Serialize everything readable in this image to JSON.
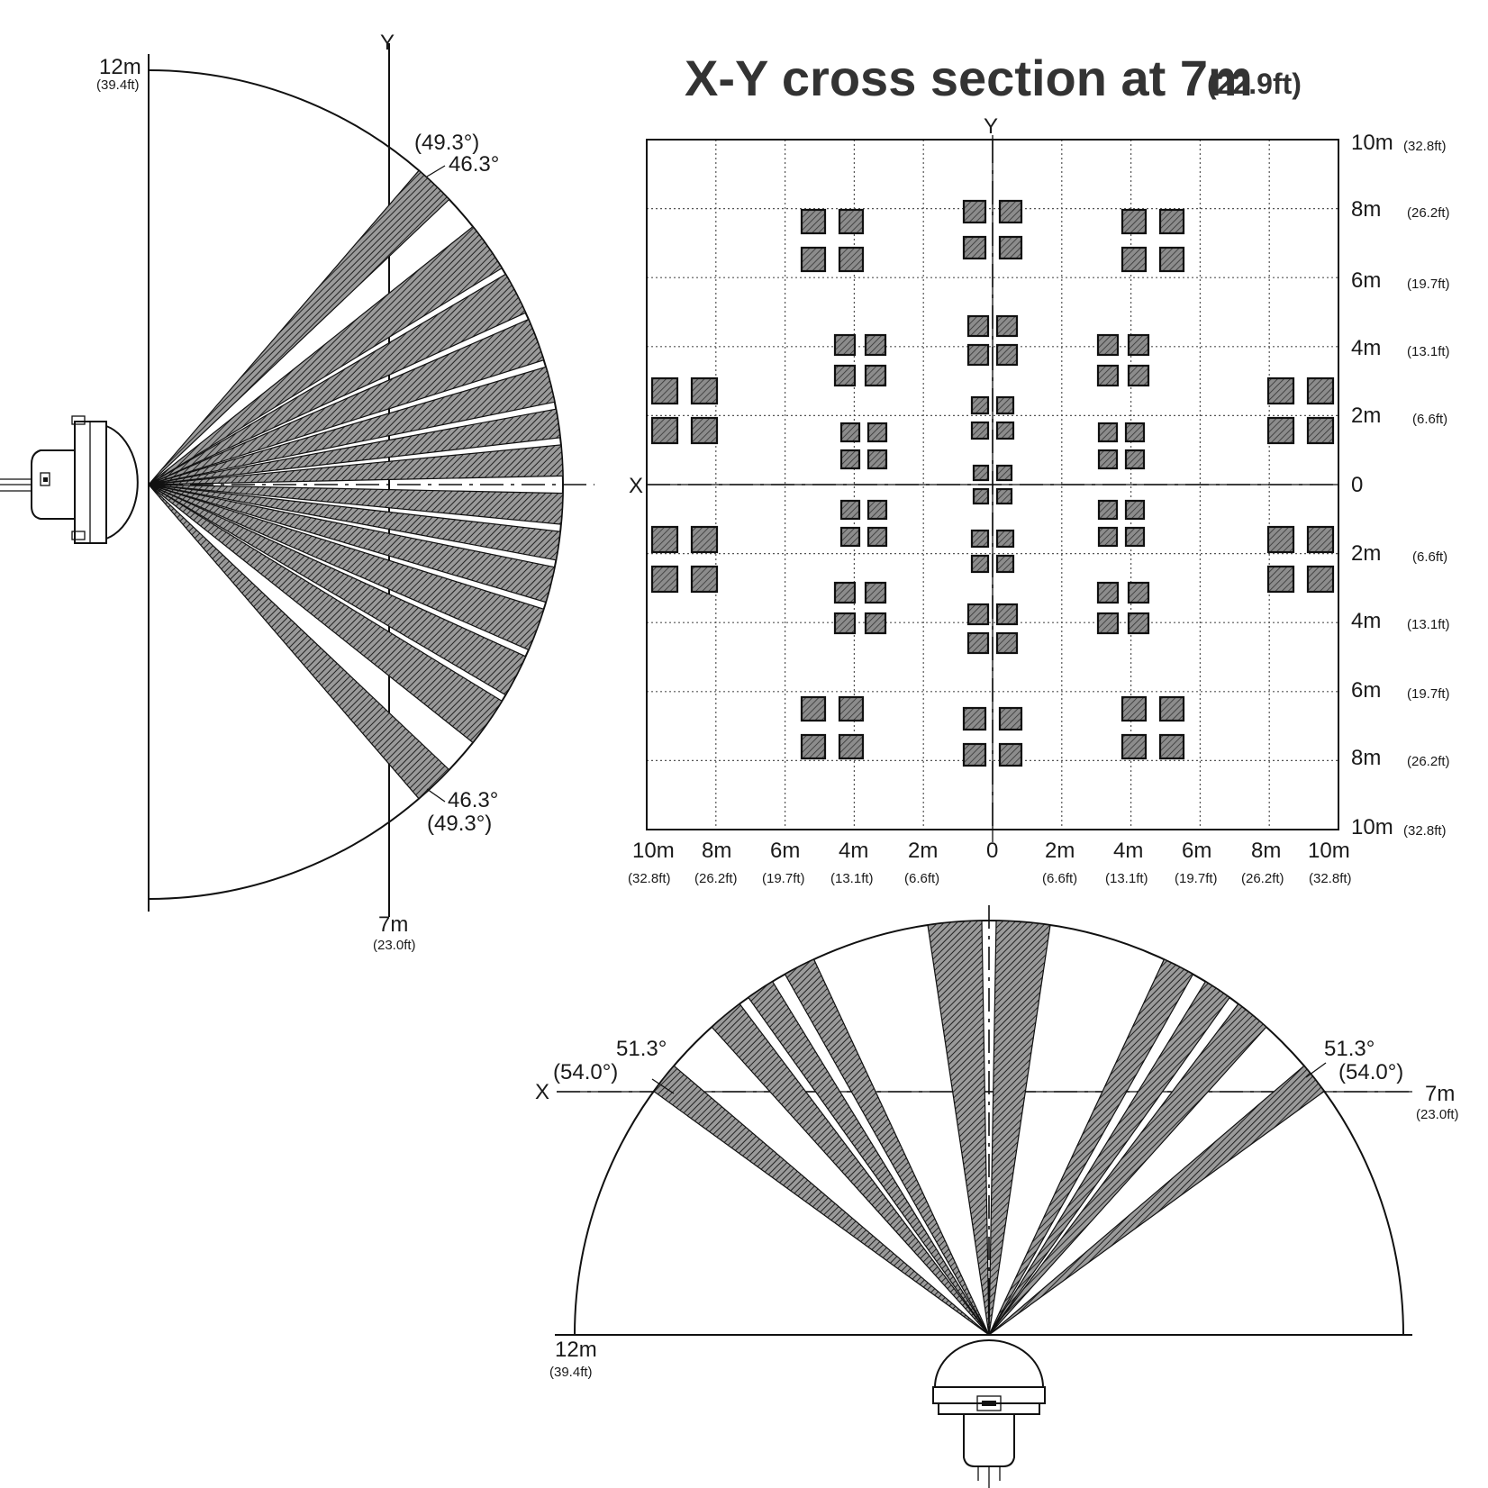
{
  "top_view": {
    "title_main": "X-Y cross section at 7m",
    "title_sub": "(22.9ft)",
    "axis_x": "X",
    "axis_y": "Y",
    "right_labels": [
      {
        "m": "10m",
        "ft": "(32.8ft)"
      },
      {
        "m": "8m",
        "ft": "(26.2ft)"
      },
      {
        "m": "6m",
        "ft": "(19.7ft)"
      },
      {
        "m": "4m",
        "ft": "(13.1ft)"
      },
      {
        "m": "2m",
        "ft": "(6.6ft)"
      },
      {
        "m": "0",
        "ft": ""
      },
      {
        "m": "2m",
        "ft": "(6.6ft)"
      },
      {
        "m": "4m",
        "ft": "(13.1ft)"
      },
      {
        "m": "6m",
        "ft": "(19.7ft)"
      },
      {
        "m": "8m",
        "ft": "(26.2ft)"
      },
      {
        "m": "10m",
        "ft": "(32.8ft)"
      }
    ],
    "bottom_labels": [
      {
        "m": "10m",
        "ft": "(32.8ft)"
      },
      {
        "m": "8m",
        "ft": "(26.2ft)"
      },
      {
        "m": "6m",
        "ft": "(19.7ft)"
      },
      {
        "m": "4m",
        "ft": "(13.1ft)"
      },
      {
        "m": "2m",
        "ft": "(6.6ft)"
      },
      {
        "m": "0",
        "ft": ""
      },
      {
        "m": "2m",
        "ft": "(6.6ft)"
      },
      {
        "m": "4m",
        "ft": "(13.1ft)"
      },
      {
        "m": "6m",
        "ft": "(19.7ft)"
      },
      {
        "m": "8m",
        "ft": "(26.2ft)"
      },
      {
        "m": "10m",
        "ft": "(32.8ft)"
      }
    ]
  },
  "side_view": {
    "axis_y": "Y",
    "range_m": "12m",
    "range_ft": "(39.4ft)",
    "depth_m": "7m",
    "depth_ft": "(23.0ft)",
    "angle_top": "46.3°",
    "angle_top_alt": "(49.3°)",
    "angle_bottom": "46.3°",
    "angle_bottom_alt": "(49.3°)"
  },
  "front_view": {
    "axis_x": "X",
    "range_m": "12m",
    "range_ft": "(39.4ft)",
    "depth_m": "7m",
    "depth_ft": "(23.0ft)",
    "angle_left": "51.3°",
    "angle_left_alt": "(54.0°)",
    "angle_right": "51.3°",
    "angle_right_alt": "(54.0°)"
  },
  "colors": {
    "line": "#111111",
    "title": "#333333",
    "background": "#ffffff"
  }
}
